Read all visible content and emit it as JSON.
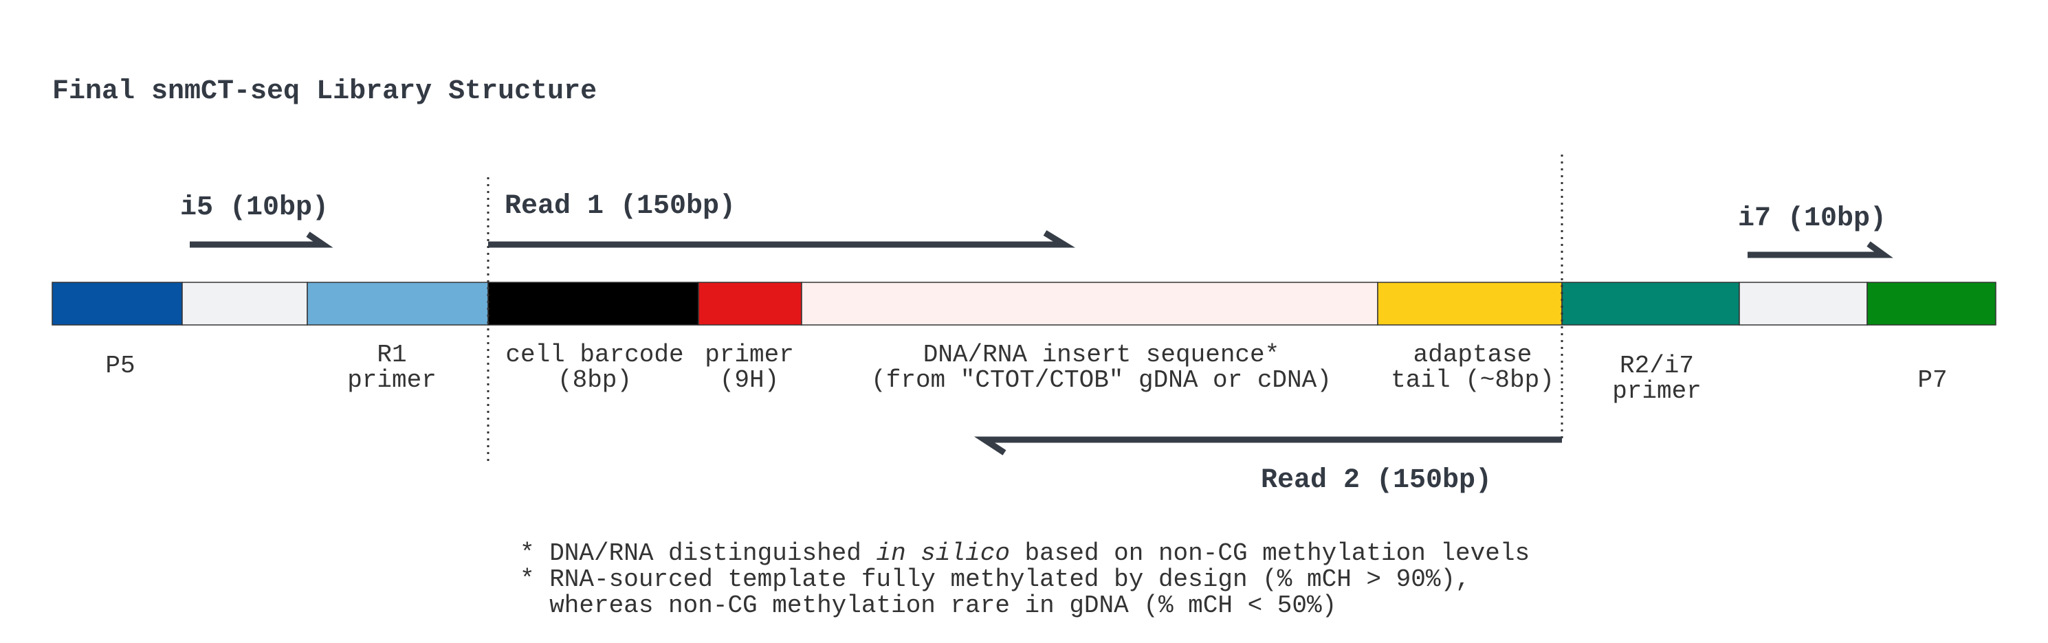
{
  "title": "Final snmCT-seq Library Structure",
  "segments": [
    {
      "id": "p5",
      "color": "#0653a3",
      "label": [
        "P5"
      ]
    },
    {
      "id": "i5",
      "color": "#f0f2f4",
      "label": []
    },
    {
      "id": "r1-primer",
      "color": "#6baed8",
      "label": [
        "R1",
        "primer"
      ]
    },
    {
      "id": "cell-barcode",
      "color": "#000000",
      "label": [
        "cell barcode",
        "(8bp)"
      ]
    },
    {
      "id": "primer-9h",
      "color": "#e41718",
      "label": [
        "primer",
        "(9H)"
      ]
    },
    {
      "id": "insert",
      "color": "#fef0ef",
      "label": [
        "DNA/RNA insert sequence*",
        "(from \"CTOT/CTOB\" gDNA or cDNA)"
      ]
    },
    {
      "id": "adaptase-tail",
      "color": "#fcce17",
      "label": [
        "adaptase",
        "tail (~8bp)"
      ]
    },
    {
      "id": "r2-i7-primer",
      "color": "#028571",
      "label": [
        "R2/i7",
        "primer"
      ]
    },
    {
      "id": "i7",
      "color": "#f0f2f4",
      "label": []
    },
    {
      "id": "p7",
      "color": "#048a12",
      "label": [
        "P7"
      ]
    }
  ],
  "reads": {
    "i5": "i5 (10bp)",
    "read1": "Read 1 (150bp)",
    "i7": "i7 (10bp)",
    "read2": "Read 2 (150bp)"
  },
  "notes": {
    "line1_prefix": "* DNA/RNA distinguished ",
    "line1_em": "in silico",
    "line1_suffix": " based on non-CG methylation levels",
    "line2": "* RNA-sourced template fully methylated by design (% mCH > 90%),",
    "line3": "  whereas non-CG methylation rare in gDNA (% mCH < 50%)"
  }
}
